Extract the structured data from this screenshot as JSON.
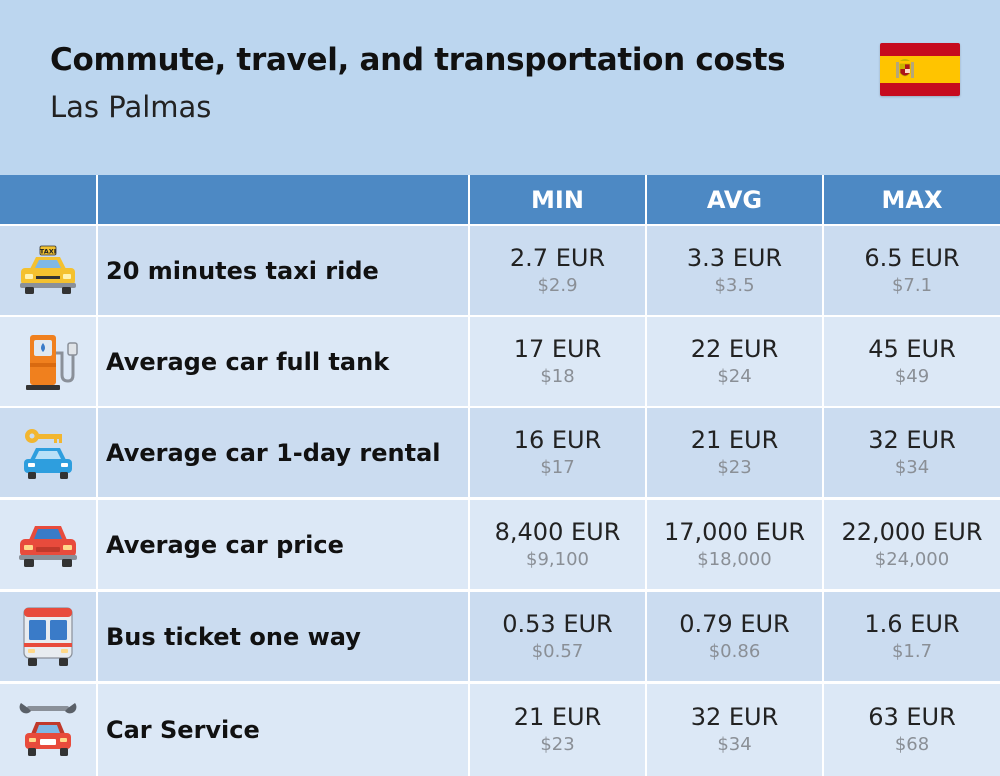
{
  "header": {
    "title": "Commute, travel, and transportation costs",
    "subtitle": "Las Palmas",
    "flag_icon": "spain-flag-icon"
  },
  "colors": {
    "background": "#bcd6ef",
    "header_cells": "#4d89c4",
    "row_odd": "#cbdcf0",
    "row_even": "#dce8f6"
  },
  "table": {
    "columns": [
      "",
      "",
      "MIN",
      "AVG",
      "MAX"
    ],
    "rows": [
      {
        "icon": "taxi-icon",
        "label": "20 minutes taxi ride",
        "min": "2.7 EUR",
        "min_usd": "$2.9",
        "avg": "3.3 EUR",
        "avg_usd": "$3.5",
        "max": "6.5 EUR",
        "max_usd": "$7.1"
      },
      {
        "icon": "fuel-pump-icon",
        "label": "Average car full tank",
        "min": "17 EUR",
        "min_usd": "$18",
        "avg": "22 EUR",
        "avg_usd": "$24",
        "max": "45 EUR",
        "max_usd": "$49"
      },
      {
        "icon": "car-rental-key-icon",
        "label": "Average car 1-day rental",
        "min": "16 EUR",
        "min_usd": "$17",
        "avg": "21 EUR",
        "avg_usd": "$23",
        "max": "32 EUR",
        "max_usd": "$34"
      },
      {
        "icon": "car-icon",
        "label": "Average car price",
        "min": "8,400 EUR",
        "min_usd": "$9,100",
        "avg": "17,000 EUR",
        "avg_usd": "$18,000",
        "max": "22,000 EUR",
        "max_usd": "$24,000"
      },
      {
        "icon": "bus-icon",
        "label": "Bus ticket one way",
        "min": "0.53 EUR",
        "min_usd": "$0.57",
        "avg": "0.79 EUR",
        "avg_usd": "$0.86",
        "max": "1.6 EUR",
        "max_usd": "$1.7"
      },
      {
        "icon": "wrench-car-icon",
        "label": "Car Service",
        "min": "21 EUR",
        "min_usd": "$23",
        "avg": "32 EUR",
        "avg_usd": "$34",
        "max": "63 EUR",
        "max_usd": "$68"
      }
    ]
  }
}
